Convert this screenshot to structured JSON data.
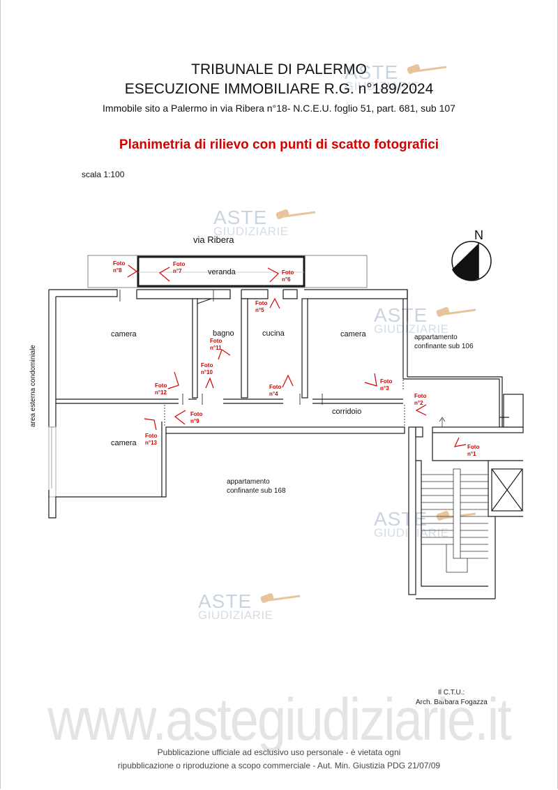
{
  "header": {
    "court": "TRIBUNALE DI PALERMO",
    "procedure": "ESECUZIONE IMMOBILIARE R.G. n°189/2024",
    "property": "Immobile sito a Palermo in via Ribera n°18- N.C.E.U. foglio 51, part. 681, sub 107",
    "plan_title": "Planimetria di rilievo con punti di scatto fotografici",
    "scale": "scala 1:100"
  },
  "plan": {
    "street": "via Ribera",
    "north": "N",
    "side_area": "area esterna condominiale",
    "rooms": {
      "veranda": "veranda",
      "camera_left": "camera",
      "bagno": "bagno",
      "cucina": "cucina",
      "camera_right": "camera",
      "corridoio": "corridoio",
      "camera_bottom": "camera"
    },
    "neighbors": {
      "sub106_line1": "appartamento",
      "sub106_line2": "confinante sub 106",
      "sub168_line1": "appartamento",
      "sub168_line2": "confinante sub 168"
    },
    "photo_word": "Foto",
    "photos": [
      "n°1",
      "n°2",
      "n°3",
      "n°4",
      "n°5",
      "n°6",
      "n°7",
      "n°8",
      "n°9",
      "n°10",
      "n°11",
      "n°12",
      "n°13"
    ]
  },
  "signature": {
    "role": "Il C.T.U.:",
    "name": "Arch. Barbara Fogazza"
  },
  "watermark": {
    "aste": "ASTE",
    "giudiziarie": "GIUDIZIARIE",
    "site": "www.astegiudiziarie.it"
  },
  "footer": {
    "line1": "Pubblicazione ufficiale ad esclusivo uso personale - è vietata ogni",
    "line2": "ripubblicazione o riproduzione a scopo commerciale - Aut. Min. Giustizia PDG 21/07/09"
  },
  "colors": {
    "accent_red": "#d40000",
    "wall": "#1a1a1a",
    "watermark_blue": "#c9d4e0",
    "watermark_orange": "#e8c49c"
  }
}
